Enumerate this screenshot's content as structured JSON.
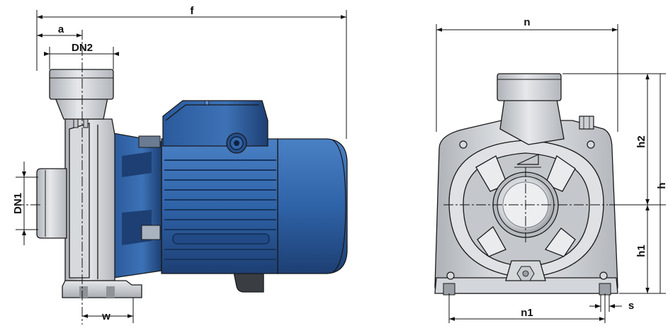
{
  "dimensions": {
    "a": "a",
    "f": "f",
    "dn2": "DN2",
    "dn1": "DN1",
    "w": "w",
    "n": "n",
    "n1": "n1",
    "h": "h",
    "h1": "h1",
    "h2": "h2",
    "s": "s"
  },
  "colors": {
    "motor_blue": "#2f63a8",
    "motor_blue_light": "#4a80c4",
    "motor_blue_dark": "#1d3f73",
    "casing_grey": "#c9ccd0",
    "casing_grey_light": "#e4e6e9",
    "casing_grey_dark": "#9a9ea4",
    "foot_dark": "#3a3d42"
  }
}
